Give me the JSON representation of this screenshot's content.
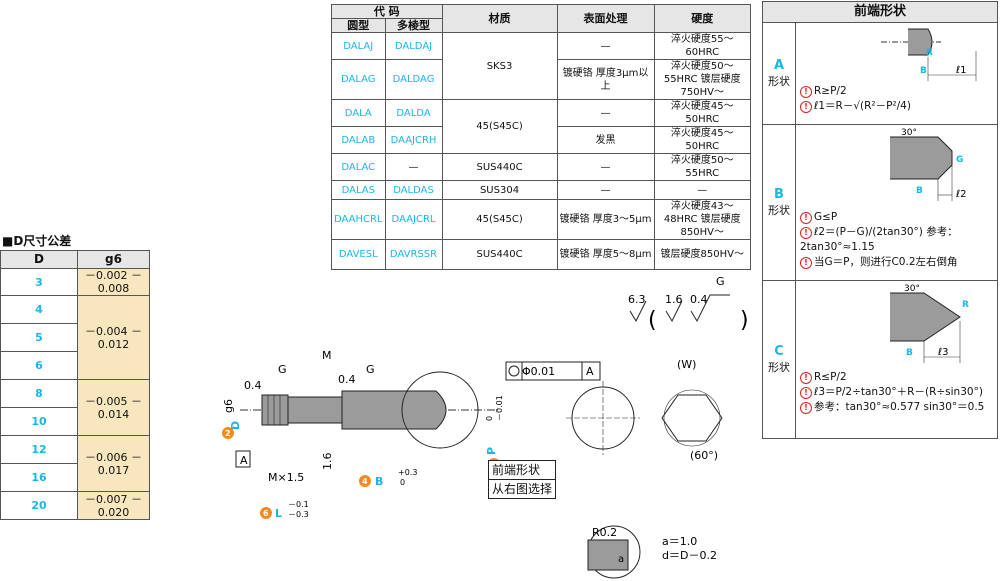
{
  "materials": {
    "headers": {
      "code": "代 码",
      "round": "圆型",
      "poly": "多棱型",
      "material": "材质",
      "surface": "表面处理",
      "hardness": "硬度"
    },
    "rows": [
      {
        "round": "DALAJ",
        "poly": "DALDAJ",
        "hardness": "淬火硬度55～60HRC"
      },
      {
        "round": "DALAG",
        "poly": "DALDAG",
        "hardness": "淬火硬度50～55HRC 镀层硬度 750HV～"
      },
      {
        "round": "DALA",
        "poly": "DALDA",
        "hardness": "淬火硬度45～50HRC"
      },
      {
        "round": "DALAB",
        "poly": "DAAJCRH",
        "hardness": "淬火硬度45～50HRC"
      },
      {
        "round": "DALAC",
        "poly": "—",
        "material": "SUS440C",
        "surface": "—",
        "hardness": "淬火硬度50～55HRC"
      },
      {
        "round": "DALAS",
        "poly": "DALDAS",
        "material": "SUS304",
        "surface": "—",
        "hardness": "—"
      },
      {
        "round": "DAAHCRL",
        "poly": "DAAJCRL",
        "material": "45(S45C)",
        "surface": "镀硬铬 厚度3～5μm",
        "hardness": "淬火硬度43～48HRC 镀层硬度850HV～"
      },
      {
        "round": "DAVESL",
        "poly": "DAVRSSR",
        "material": "SUS440C",
        "surface": "镀硬铬 厚度5～8μm",
        "hardness": "镀层硬度850HV～"
      }
    ],
    "merged": {
      "sks3": "SKS3",
      "s45c": "45(S45C)",
      "dash": "—",
      "chrome": "镀硬铬 厚度3μm以上",
      "black": "发黑"
    }
  },
  "tolerance": {
    "title": "■D尺寸公差",
    "headers": [
      "D",
      "g6"
    ],
    "d_values": [
      "3",
      "4",
      "5",
      "6",
      "8",
      "10",
      "12",
      "16",
      "20"
    ],
    "g6_values": [
      "－0.002 －0.008",
      "－0.004 －0.012",
      "－0.005 －0.014",
      "－0.006 －0.017",
      "－0.007 －0.020"
    ]
  },
  "tip_shape": {
    "title": "前端形状",
    "A": {
      "label": "A",
      "sub": "形状",
      "n1": "R≥P/2",
      "n2": "ℓ1＝R－√(R²－P²/4)",
      "fig": {
        "r": "R",
        "b": "B",
        "l": "ℓ1"
      }
    },
    "B": {
      "label": "B",
      "sub": "形状",
      "n1": "G≤P",
      "n2": "ℓ2＝(P－G)/(2tan30°)  参考：2tan30°≈1.15",
      "n3": "当G＝P，则进行C0.2左右倒角",
      "fig": {
        "ang": "30°",
        "g": "G",
        "b": "B",
        "l": "ℓ2"
      }
    },
    "C": {
      "label": "C",
      "sub": "形状",
      "n1": "R≤P/2",
      "n2": "ℓ3＝P/2÷tan30°＋R－(R÷sin30°)",
      "n3": "参考：tan30°≈0.577  sin30°＝0.5",
      "fig": {
        "ang": "30°",
        "r": "R",
        "b": "B",
        "l": "ℓ3"
      }
    }
  },
  "drawing": {
    "rough1": "6.3",
    "rough2": "1.6",
    "rough3": "0.4",
    "rough_g": "G",
    "g": "G",
    "m": "M",
    "ra04": "0.4",
    "d": "D",
    "g6": "g6",
    "p": "P",
    "p_tol_hi": "0",
    "p_tol_lo": "－0.01",
    "flat_val": "Φ0.01",
    "datum_a": "A",
    "w": "(W)",
    "angle": "(60°)",
    "mx": "M×1.5",
    "r16": "1.6",
    "b": "B",
    "b_tol_hi": "+0.3",
    "b_tol_lo": "0",
    "l": "L",
    "l_tol_hi": "－0.1",
    "l_tol_lo": "－0.3",
    "tip_box": "前端形状",
    "tip_box2": "从右图选择",
    "n2": "2",
    "n3": "3",
    "n4": "4",
    "n6": "6"
  },
  "detail": {
    "r": "R0.2",
    "a": "a",
    "a_eq": "a＝1.0",
    "d_eq": "d＝D－0.2"
  }
}
